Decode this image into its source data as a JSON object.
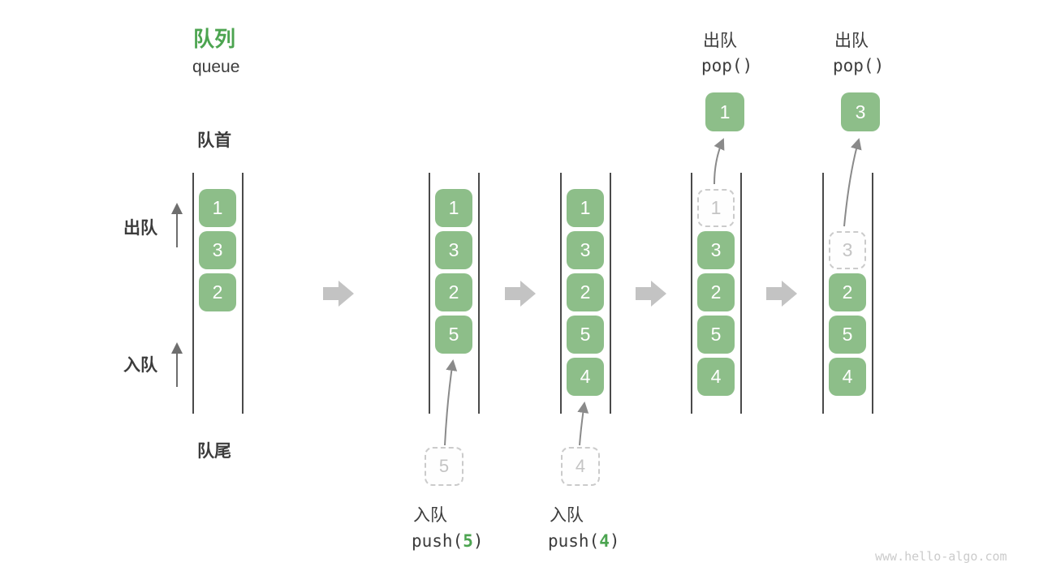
{
  "title": {
    "cn": "队列",
    "en": "queue"
  },
  "side_labels": {
    "front": "队首",
    "rear": "队尾",
    "dequeue": "出队",
    "enqueue": "入队"
  },
  "watermark": "www.hello-algo.com",
  "colors": {
    "accent_green": "#4ca450",
    "block_green": "#8dbe89",
    "block_text": "#ffffff",
    "dark_text": "#3c3c3c",
    "wall_line": "#4a4a4a",
    "ghost_border": "#cbcbcb",
    "ghost_text": "#c4c4c4",
    "flow_arrow": "#c3c3c3",
    "thin_arrow": "#8a8a8a",
    "watermark_text": "#cbcbcb"
  },
  "states": [
    {
      "name": "initial",
      "cells": [
        "1",
        "3",
        "2"
      ]
    },
    {
      "name": "after-enqueue-5",
      "cells": [
        "1",
        "3",
        "2",
        "5"
      ],
      "op": {
        "label": "入队",
        "code_fn": "push(",
        "code_arg": "5",
        "code_close": ")",
        "ghost": "5"
      }
    },
    {
      "name": "after-enqueue-4",
      "cells": [
        "1",
        "3",
        "2",
        "5",
        "4"
      ],
      "op": {
        "label": "入队",
        "code_fn": "push(",
        "code_arg": "4",
        "code_close": ")",
        "ghost": "4"
      }
    },
    {
      "name": "after-dequeue-1",
      "ghost_cell": "1",
      "cells": [
        "3",
        "2",
        "5",
        "4"
      ],
      "op": {
        "label": "出队",
        "code": "pop()",
        "popped": "1"
      }
    },
    {
      "name": "after-dequeue-3",
      "ghost_cell": "3",
      "cells": [
        "2",
        "5",
        "4"
      ],
      "op": {
        "label": "出队",
        "code": "pop()",
        "popped": "3"
      }
    }
  ]
}
